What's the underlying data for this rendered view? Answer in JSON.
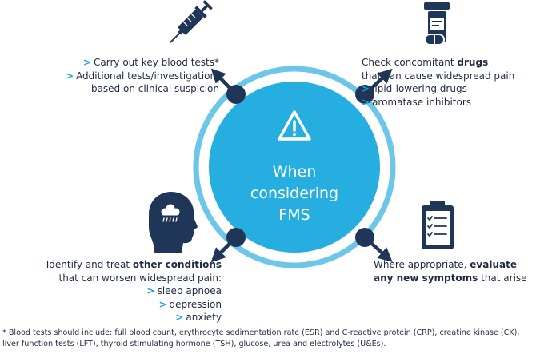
{
  "center": {
    "lines": [
      "When",
      "considering",
      "FMS"
    ]
  },
  "top_left": {
    "items": [
      "Carry out key blood tests*",
      "Additional tests/investigations"
    ],
    "continuation": "based on clinical suspicion"
  },
  "top_right": {
    "line1_pre": "Check concomitant ",
    "line1_bold": "drugs",
    "line2": "that can cause widespread pain",
    "items": [
      "lipid-lowering drugs",
      "aromatase inhibitors"
    ]
  },
  "bottom_left": {
    "line1_pre": "Identify and treat ",
    "line1_bold": "other conditions",
    "line2": "that can worsen widespread pain:",
    "items": [
      "sleep apnoea",
      "depression",
      "anxiety"
    ]
  },
  "bottom_right": {
    "line1_pre": "Where appropriate, ",
    "line1_bold": "evaluate",
    "line2_bold": "any new symptoms",
    "line2_post": " that arise"
  },
  "footnote": {
    "line1": "* Blood tests should include: full blood count, erythrocyte sedimentation rate (ESR) and C-reactive protein (CRP), creatine kinase (CK),",
    "line2": "liver function tests (LFT), thyroid stimulating hormone (TSH), glucose, urea and electrolytes (U&Es)."
  },
  "bullet_glyph": ">",
  "icons": [
    "syringe-icon",
    "pill-bottle-icon",
    "warning-icon",
    "head-cloud-icon",
    "clipboard-checklist-icon"
  ],
  "colors": {
    "accent": "#1ba3d6",
    "accent_fill": "#27aee0",
    "ring": "#6cc6ea",
    "navy": "#1f3658",
    "text": "#1f2a44",
    "white": "#ffffff"
  }
}
